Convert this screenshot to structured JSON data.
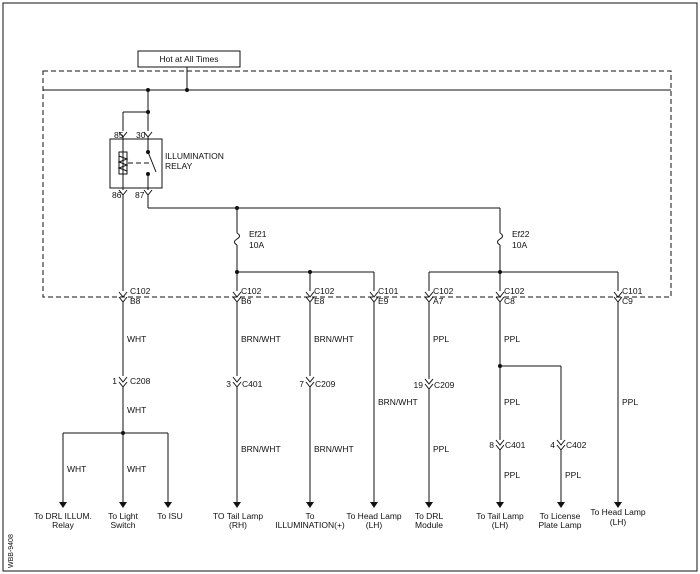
{
  "diagram": {
    "power_label": "Hot at All Times",
    "relay": {
      "name_line1": "ILLUMINATION",
      "name_line2": "RELAY",
      "pins": [
        "85",
        "30",
        "86",
        "87"
      ]
    },
    "fuses": [
      {
        "name": "Ef21",
        "rating": "10A"
      },
      {
        "name": "Ef22",
        "rating": "10A"
      }
    ],
    "connectors_top": [
      {
        "conn": "C102",
        "pin": "B8"
      },
      {
        "conn": "C102",
        "pin": "B6"
      },
      {
        "conn": "C102",
        "pin": "E8"
      },
      {
        "conn": "C101",
        "pin": "E9"
      },
      {
        "conn": "C102",
        "pin": "A7"
      },
      {
        "conn": "C102",
        "pin": "C8"
      },
      {
        "conn": "C101",
        "pin": "C9"
      }
    ],
    "connectors_mid": [
      {
        "pin": "1",
        "conn": "C208"
      },
      {
        "pin": "3",
        "conn": "C401"
      },
      {
        "pin": "7",
        "conn": "C209"
      },
      {
        "pin": "19",
        "conn": "C209"
      },
      {
        "pin": "8",
        "conn": "C401"
      },
      {
        "pin": "4",
        "conn": "C402"
      }
    ],
    "wire_colors": {
      "wht": "WHT",
      "brn_wht": "BRN/WHT",
      "ppl": "PPL"
    },
    "destinations": [
      {
        "line1": "To DRL ILLUM.",
        "line2": "Relay"
      },
      {
        "line1": "To Light",
        "line2": "Switch"
      },
      {
        "line1": "To ISU",
        "line2": ""
      },
      {
        "line1": "TO Tail Lamp",
        "line2": "(RH)"
      },
      {
        "line1": "To",
        "line2": "ILLUMINATION(+)"
      },
      {
        "line1": "To Head Lamp",
        "line2": "(LH)"
      },
      {
        "line1": "To DRL",
        "line2": "Module"
      },
      {
        "line1": "To Tail Lamp",
        "line2": "(LH)"
      },
      {
        "line1": "To License",
        "line2": "Plate Lamp"
      },
      {
        "line1": "To Head Lamp",
        "line2": "(LH)"
      }
    ],
    "figure_id": "WBB-9408"
  }
}
